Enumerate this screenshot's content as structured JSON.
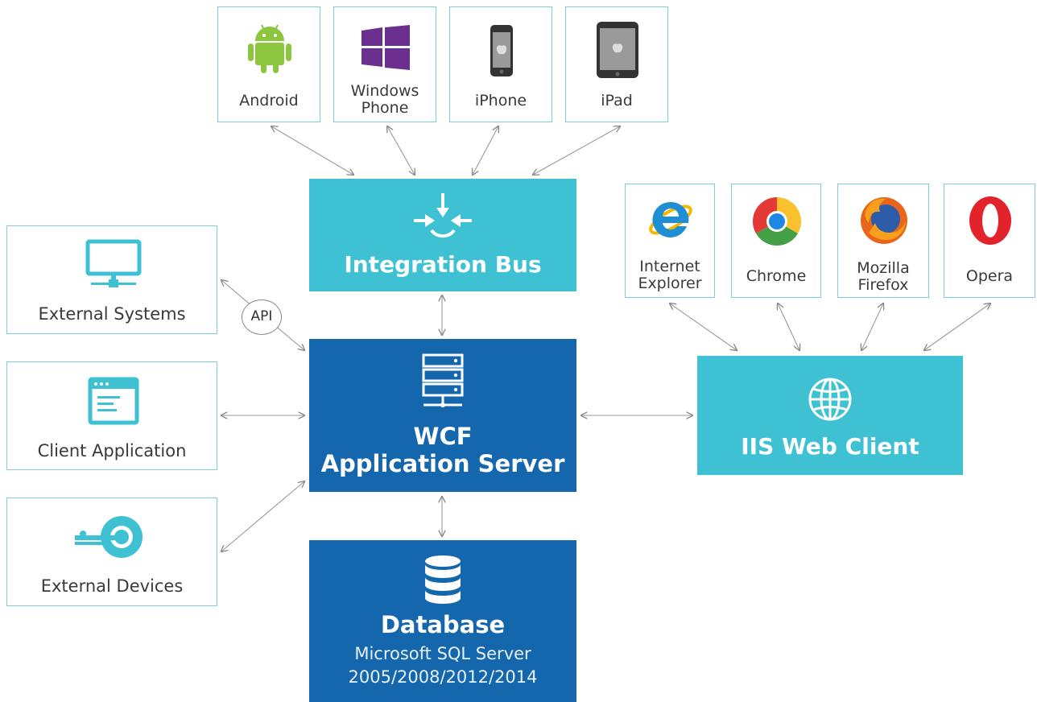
{
  "mobile_clients": [
    {
      "label": "Android",
      "icon": "android-icon"
    },
    {
      "label": "Windows\nPhone",
      "icon": "windows-logo-icon"
    },
    {
      "label": "iPhone",
      "icon": "iphone-icon"
    },
    {
      "label": "iPad",
      "icon": "ipad-icon"
    }
  ],
  "browsers": [
    {
      "label": "Internet\nExplorer",
      "icon": "internet-explorer-icon"
    },
    {
      "label": "Chrome",
      "icon": "chrome-icon"
    },
    {
      "label": "Mozilla\nFirefox",
      "icon": "firefox-icon"
    },
    {
      "label": "Opera",
      "icon": "opera-icon"
    }
  ],
  "side_nodes": [
    {
      "label": "External Systems",
      "icon": "monitor-network-icon"
    },
    {
      "label": "Client Application",
      "icon": "app-window-icon"
    },
    {
      "label": "External Devices",
      "icon": "mri-scanner-icon"
    }
  ],
  "integration_bus": {
    "title": "Integration Bus",
    "icon": "merge-arrows-icon"
  },
  "app_server": {
    "title_line1": "WCF",
    "title_line2": "Application Server",
    "icon": "server-rack-icon"
  },
  "web_client": {
    "title": "IIS Web Client",
    "icon": "globe-icon"
  },
  "database": {
    "title": "Database",
    "subtitle_line1": "Microsoft SQL Server",
    "subtitle_line2": "2005/2008/2012/2014",
    "icon": "database-icon"
  },
  "api_badge": "API",
  "colors": {
    "teal": "#3ec1d3",
    "blue": "#1567ad",
    "tile_border": "#7dcfe0",
    "android_green": "#8cc63f",
    "windows_purple": "#6b2f8f",
    "opera_red": "#e3232c",
    "ie_blue": "#1e8fd5"
  }
}
